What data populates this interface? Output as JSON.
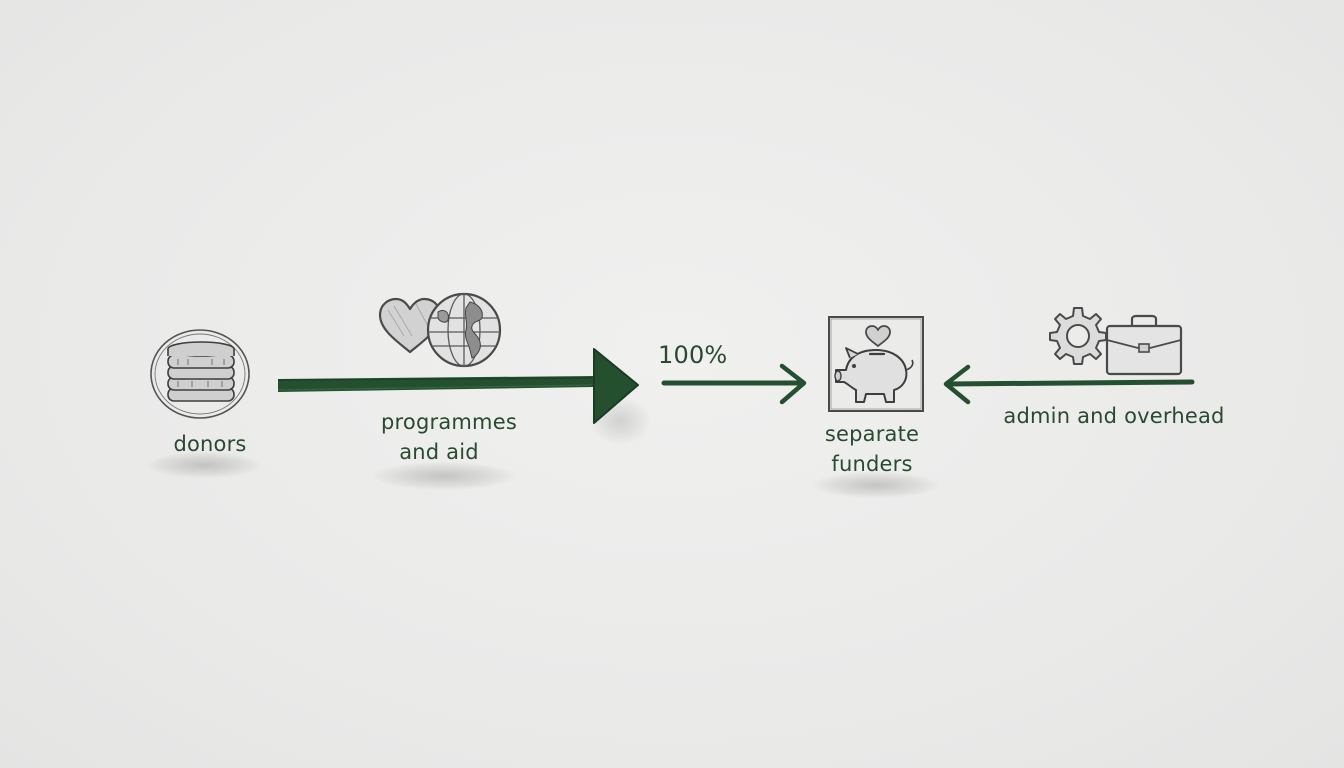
{
  "labels": {
    "donors": "donors",
    "programmes_line1": "programmes",
    "programmes_line2": "and aid",
    "percent": "100%",
    "funders_line1": "separate",
    "funders_line2": "funders",
    "admin": "admin and overhead"
  },
  "colors": {
    "background": "#ececeb",
    "arrow_green": "#24502f",
    "text_green": "#2a4a30",
    "sketch_gray": "#4a4a4a"
  },
  "icons": {
    "donors": "coin-stack-icon",
    "programmes": [
      "heart-icon",
      "globe-icon"
    ],
    "funders": "piggy-bank-icon",
    "admin": [
      "gear-icon",
      "briefcase-icon"
    ]
  }
}
